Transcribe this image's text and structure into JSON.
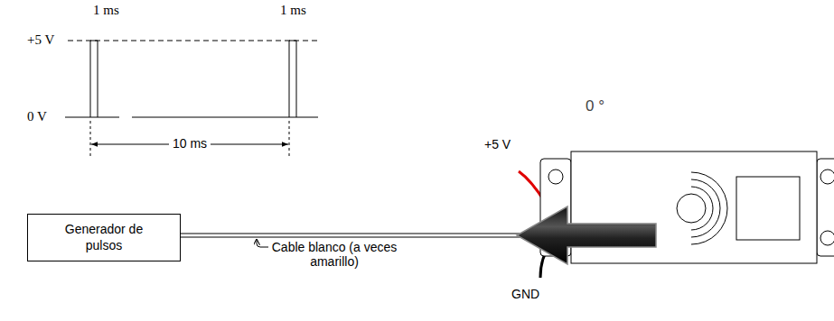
{
  "diagram": {
    "nodes": [
      {
        "text": [
          "Generador de pulsos"
        ]
      }
    ],
    "edges": [],
    "labels": [
      "1 ms",
      "1 ms",
      "+5 V",
      "0 V",
      "10 ms",
      "0 °",
      "+5 V",
      "Cable blanco (a veces amarillo)",
      "GND"
    ]
  }
}
